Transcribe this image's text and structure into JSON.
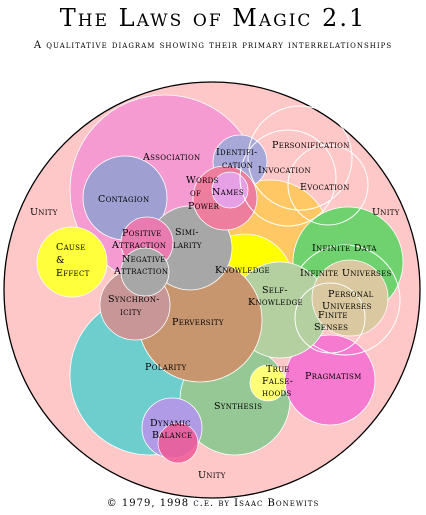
{
  "title": "The Laws of Magic 2.1",
  "subtitle": "A qualitative diagram showing their primary interrelationships",
  "copyright": "© 1979, 1998 c.e. by Isaac Bonewits",
  "labels": {
    "unity_left": "Unity",
    "unity_right": "Unity",
    "unity_bottom": "Unity",
    "association": "Association",
    "identification_1": "Identifi-",
    "identification_2": "cation",
    "personification": "Personification",
    "invocation": "Invocation",
    "evocation": "Evocation",
    "contagion": "Contagion",
    "words_1": "Words",
    "words_2": "of",
    "words_3": "Power",
    "names": "Names",
    "positive_1": "Positive",
    "positive_2": "Attraction",
    "negative_1": "Negative",
    "negative_2": "Attraction",
    "similarity_1": "Simi-",
    "similarity_2": "larity",
    "cause_1": "Cause",
    "cause_2": "&",
    "cause_3": "Effect",
    "infinite_data": "Infinite Data",
    "knowledge": "Knowledge",
    "infinite_universes": "Infinite Universes",
    "self_knowledge_1": "Self-",
    "self_knowledge_2": "Knowledge",
    "personal_universes_1": "Personal",
    "personal_universes_2": "Universes",
    "finite_senses_1": "Finite",
    "finite_senses_2": "Senses",
    "synchronicity_1": "Synchron-",
    "synchronicity_2": "icity",
    "perversity": "Perversity",
    "polarity": "Polarity",
    "true_falsehoods_1": "True",
    "true_falsehoods_2": "False-",
    "true_falsehoods_3": "hoods",
    "pragmatism": "Pragmatism",
    "synthesis": "Synthesis",
    "dynamic_balance_1": "Dynamic",
    "dynamic_balance_2": "Balance"
  },
  "colors": {
    "unity": "#ffc8c8",
    "association": "#f59bd2",
    "contagion": "#9f9fd2",
    "identification": "#a8a8d8",
    "words_of_power": "#ee7e9e",
    "names": "#e6a0e6",
    "cause_effect": "#ffff3c",
    "similarity": "#a7a7a7",
    "positive_attraction": "#e87bb0",
    "knowledge_yellow": "#ffff00",
    "knowledge_orange": "#ffc864",
    "infinite_data": "#6fd26f",
    "self_knowledge": "#b4cfa0",
    "personal_universes": "#dac8a0",
    "synchronicity": "#c89696",
    "perversity": "#c8966e",
    "polarity": "#6ecece",
    "pragmatism": "#f57ad0",
    "synthesis": "#96c896",
    "dynamic_balance": "#b09be6",
    "balance_pink": "#f05a96",
    "true_falsehoods": "#ffff78"
  }
}
